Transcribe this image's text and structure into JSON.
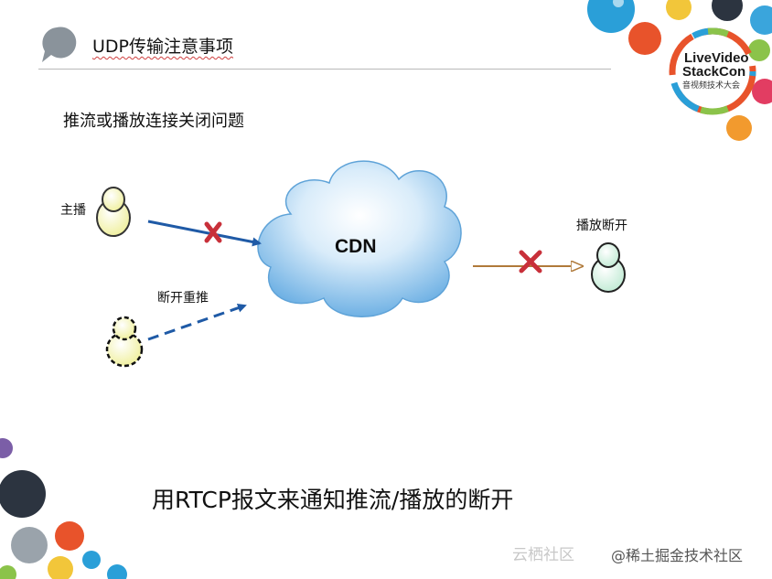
{
  "slide": {
    "title": "UDP传输注意事项",
    "subtitle": "推流或播放连接关闭问题",
    "footer": "用RTCP报文来通知推流/播放的断开"
  },
  "logo": {
    "line1": "LiveVideo",
    "line2": "StackCon",
    "line3": "音视频技术大会"
  },
  "diagram": {
    "cdn_label": "CDN",
    "publisher_label": "主播",
    "reconnect_label": "断开重推",
    "player_label": "播放断开"
  },
  "watermark": {
    "faded": "云栖社区",
    "credit": "@稀土掘金技术社区"
  },
  "colors": {
    "arrow_blue": "#1f5aa6",
    "arrow_brown": "#b07a3a",
    "cross_red": "#c8303a",
    "cloud_light": "#e9f4fc",
    "cloud_dark": "#6fb1e4",
    "person_yellow": "#f7f7c8",
    "person_green": "#dff5ea",
    "title_bullet": "#8a939b"
  }
}
